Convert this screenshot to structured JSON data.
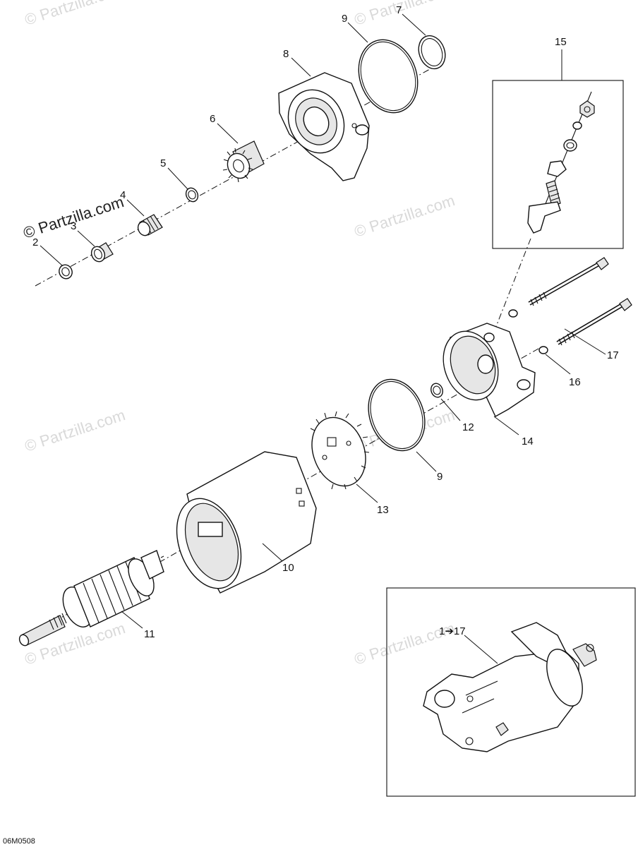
{
  "labels": {
    "l2": "2",
    "l3": "3",
    "l4": "4",
    "l5": "5",
    "l6": "6",
    "l7": "7",
    "l8": "8",
    "l9a": "9",
    "l9b": "9",
    "l10": "10",
    "l11": "11",
    "l12": "12",
    "l13": "13",
    "l14": "14",
    "l15": "15",
    "l16": "16",
    "l17": "17",
    "l1to17": "1➔17"
  },
  "watermarks": {
    "wm1": "© Partzilla.com",
    "wm2": "© Partzilla.com",
    "wm3": "© Partzilla.com",
    "wm4": "© Partzilla.com",
    "wm5": "© Partzilla.com",
    "wm6": "© Partzilla.com",
    "wm7": "© Partzilla.com",
    "wm_strong": "© Partzilla.com"
  },
  "diagram_code": "06M0508",
  "colors": {
    "ink": "#111111",
    "watermark": "#d9d9d9",
    "fill": "#e6e6e6"
  }
}
